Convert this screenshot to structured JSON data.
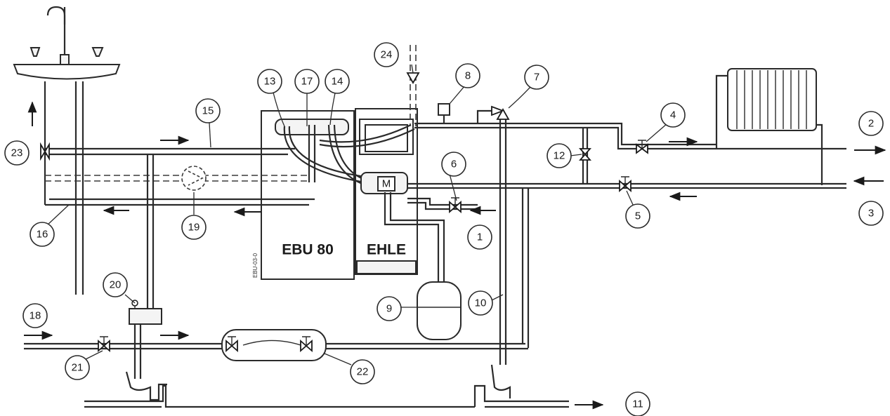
{
  "units": {
    "ebu": "EBU 80",
    "ehle": "EHLE",
    "side_code": "EBU-03-0"
  },
  "callouts": [
    "1",
    "2",
    "3",
    "4",
    "5",
    "6",
    "7",
    "8",
    "9",
    "10",
    "11",
    "12",
    "13",
    "14",
    "15",
    "16",
    "17",
    "18",
    "19",
    "20",
    "21",
    "22",
    "23",
    "24"
  ]
}
